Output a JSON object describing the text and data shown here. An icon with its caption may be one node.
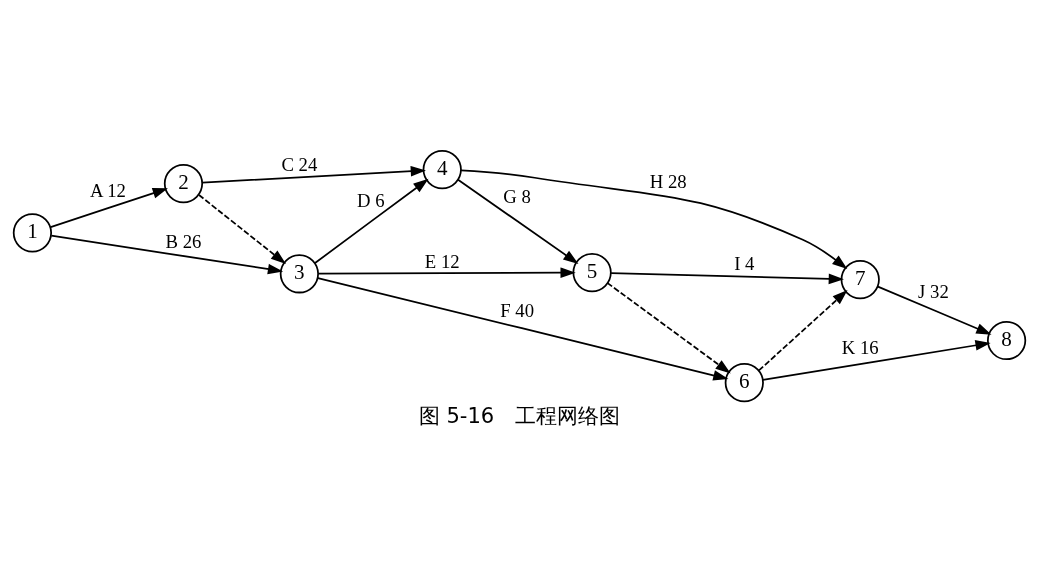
{
  "diagram": {
    "caption": "图 5-16　工程网络图",
    "nodes": [
      {
        "text": [
          "1"
        ]
      },
      {
        "text": [
          "2"
        ]
      },
      {
        "text": [
          "3"
        ]
      },
      {
        "text": [
          "4"
        ]
      },
      {
        "text": [
          "5"
        ]
      },
      {
        "text": [
          "6"
        ]
      },
      {
        "text": [
          "7"
        ]
      },
      {
        "text": [
          "8"
        ]
      }
    ],
    "edges": [
      {
        "from": 0,
        "to": 1,
        "arrow": "to",
        "label": "A 12"
      },
      {
        "from": 0,
        "to": 2,
        "arrow": "to",
        "label": "B 26"
      },
      {
        "from": 1,
        "to": 3,
        "arrow": "to",
        "label": "C 24"
      },
      {
        "from": 1,
        "to": 2,
        "arrow": "to",
        "style": "dashed"
      },
      {
        "from": 2,
        "to": 3,
        "arrow": "to",
        "label": "D 6"
      },
      {
        "from": 2,
        "to": 4,
        "arrow": "to",
        "label": "E 12"
      },
      {
        "from": 2,
        "to": 5,
        "arrow": "to",
        "label": "F 40"
      },
      {
        "from": 3,
        "to": 4,
        "arrow": "to",
        "label": "G 8"
      },
      {
        "from": 3,
        "to": 6,
        "arrow": "to",
        "label": "H 28"
      },
      {
        "from": 4,
        "to": 6,
        "arrow": "to",
        "label": "I 4"
      },
      {
        "from": 6,
        "to": 7,
        "arrow": "to",
        "label": "J 32"
      },
      {
        "from": 4,
        "to": 5,
        "arrow": "to",
        "style": "dashed"
      },
      {
        "from": 5,
        "to": 6,
        "arrow": "to",
        "style": "dashed"
      },
      {
        "from": 5,
        "to": 7,
        "arrow": "to",
        "label": "K 16"
      }
    ]
  }
}
